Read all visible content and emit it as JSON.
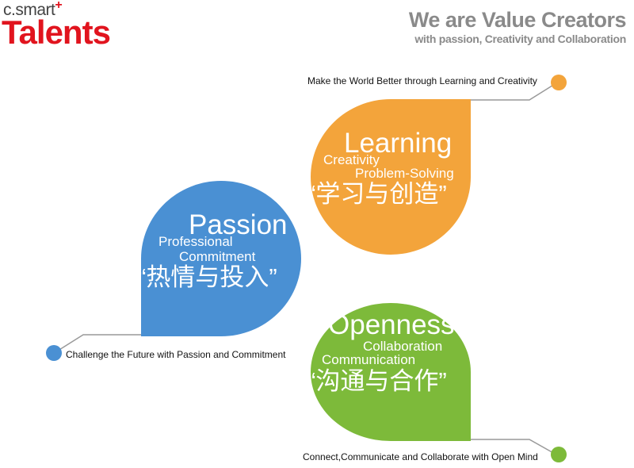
{
  "header": {
    "logo_small": "c.smart",
    "logo_plus": "+",
    "logo_big": "Talents",
    "slogan_title": "We are Value Creators",
    "slogan_subtitle": "with passion,  Creativity and Collaboration"
  },
  "values": {
    "learning": {
      "title": "Learning",
      "sub1": "Creativity",
      "sub2": "Problem-Solving",
      "chinese": "“学习与创造”",
      "caption": "Make the World Better through Learning and Creativity",
      "color": "#f3a43b"
    },
    "passion": {
      "title": "Passion",
      "sub1": "Professional",
      "sub2": "Commitment",
      "chinese": "“热情与投入”",
      "caption": "Challenge the Future with Passion and Commitment",
      "color": "#4a90d3"
    },
    "openness": {
      "title": "Openness",
      "sub1": "Collaboration",
      "sub2": "Communication",
      "chinese": "“沟通与合作”",
      "caption": "Connect,Communicate and Collaborate with Open Mind",
      "color": "#7dba3a"
    }
  },
  "colors": {
    "brand_red": "#e1141e",
    "slogan_gray": "#8a8a8a",
    "connector_gray": "#999999"
  }
}
